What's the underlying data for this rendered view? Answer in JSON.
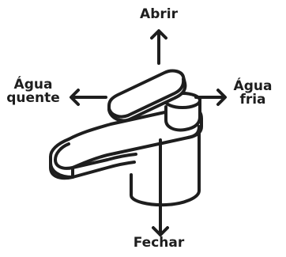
{
  "labels": {
    "open": "Abrir",
    "close": "Fechar",
    "hot_line1": "Água",
    "hot_line2": "quente",
    "cold_line1": "Água",
    "cold_line2": "fria"
  },
  "colors": {
    "stroke": "#1e1e1e",
    "background": "#ffffff"
  },
  "icons": {
    "faucet": "faucet-icon",
    "arrow_up": "arrow-up-icon",
    "arrow_down": "arrow-down-icon",
    "arrow_left": "arrow-left-icon",
    "arrow_right": "arrow-right-icon"
  }
}
